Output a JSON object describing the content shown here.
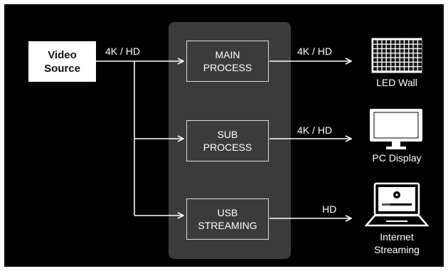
{
  "source": {
    "line1": "Video",
    "line2": "Source"
  },
  "input_label": "4K / HD",
  "processes": [
    {
      "line1": "MAIN",
      "line2": "PROCESS",
      "output_label": "4K / HD"
    },
    {
      "line1": "SUB",
      "line2": "PROCESS",
      "output_label": "4K / HD"
    },
    {
      "line1": "USB",
      "line2": "STREAMING",
      "output_label": "HD"
    }
  ],
  "outputs": [
    {
      "label": "LED Wall",
      "icon": "led-wall-icon"
    },
    {
      "label": "PC Display",
      "icon": "pc-display-icon"
    },
    {
      "label_line1": "Internet",
      "label_line2": "Streaming",
      "icon": "laptop-streaming-icon"
    }
  ],
  "colors": {
    "background": "#000000",
    "panel": "#3b3b3b",
    "foreground": "#ffffff"
  }
}
